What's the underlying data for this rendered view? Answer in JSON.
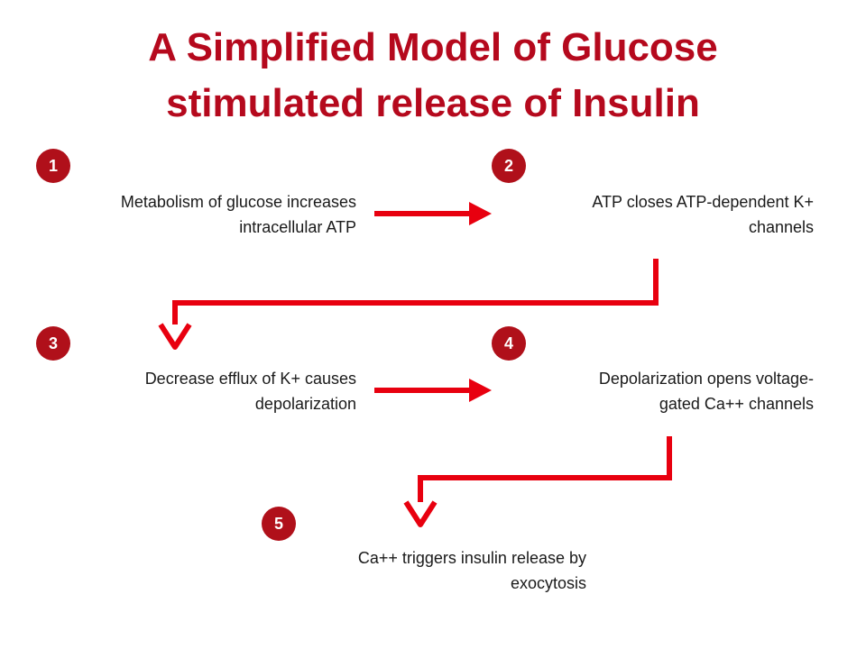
{
  "title": {
    "line1": "A Simplified Model of Glucose",
    "line2": "stimulated release of Insulin"
  },
  "accent_color": "#e8000f",
  "badge_color": "#b0101a",
  "title_color": "#b5091d",
  "steps": [
    {
      "number": "1",
      "lines": [
        "Metabolism of glucose increases",
        "intracellular ATP"
      ]
    },
    {
      "number": "2",
      "lines": [
        "ATP closes ATP-dependent K+",
        "channels"
      ]
    },
    {
      "number": "3",
      "lines": [
        "Decrease efflux of K+ causes",
        "depolarization"
      ]
    },
    {
      "number": "4",
      "lines": [
        "Depolarization opens voltage-",
        "gated Ca++ channels"
      ]
    },
    {
      "number": "5",
      "lines": [
        "Ca++ triggers insulin release by",
        "exocytosis"
      ]
    }
  ]
}
